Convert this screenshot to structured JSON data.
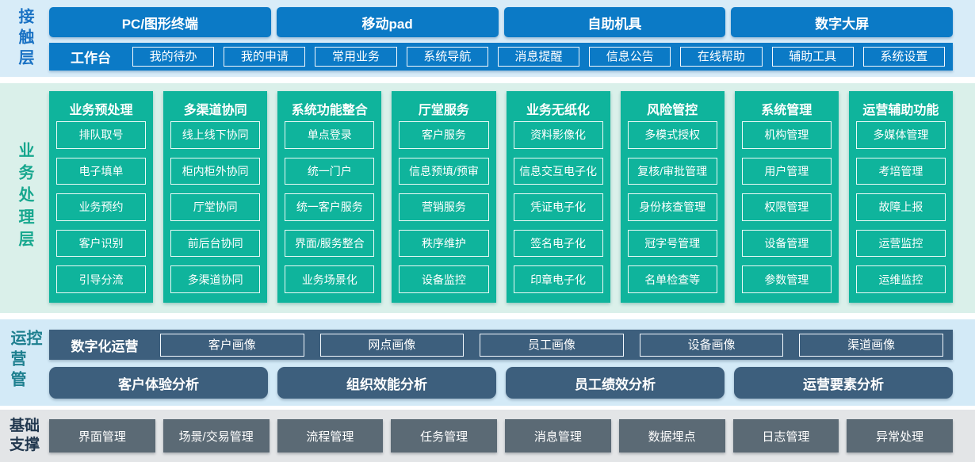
{
  "layers": {
    "contact": {
      "label": "接触层",
      "terminals": [
        "PC/图形终端",
        "移动pad",
        "自助机具",
        "数字大屏"
      ],
      "workbench": {
        "label": "工作台",
        "items": [
          "我的待办",
          "我的申请",
          "常用业务",
          "系统导航",
          "消息提醒",
          "信息公告",
          "在线帮助",
          "辅助工具",
          "系统设置"
        ]
      }
    },
    "business": {
      "label": "业务处理层",
      "columns": [
        {
          "title": "业务预处理",
          "items": [
            "排队取号",
            "电子填单",
            "业务预约",
            "客户识别",
            "引导分流"
          ]
        },
        {
          "title": "多渠道协同",
          "items": [
            "线上线下协同",
            "柜内柜外协同",
            "厅堂协同",
            "前后台协同",
            "多渠道协同"
          ]
        },
        {
          "title": "系统功能整合",
          "items": [
            "单点登录",
            "统一门户",
            "统一客户服务",
            "界面/服务整合",
            "业务场景化"
          ]
        },
        {
          "title": "厅堂服务",
          "items": [
            "客户服务",
            "信息预填/预审",
            "营销服务",
            "秩序维护",
            "设备监控"
          ]
        },
        {
          "title": "业务无纸化",
          "items": [
            "资料影像化",
            "信息交互电子化",
            "凭证电子化",
            "签名电子化",
            "印章电子化"
          ]
        },
        {
          "title": "风险管控",
          "items": [
            "多模式授权",
            "复核/审批管理",
            "身份核查管理",
            "冠字号管理",
            "名单检查等"
          ]
        },
        {
          "title": "系统管理",
          "items": [
            "机构管理",
            "用户管理",
            "权限管理",
            "设备管理",
            "参数管理"
          ]
        },
        {
          "title": "运营辅助功能",
          "items": [
            "多媒体管理",
            "考培管理",
            "故障上报",
            "运营监控",
            "运维监控"
          ]
        }
      ]
    },
    "operations": {
      "label": "运营管控",
      "digital": {
        "label": "数字化运营",
        "items": [
          "客户画像",
          "网点画像",
          "员工画像",
          "设备画像",
          "渠道画像"
        ]
      },
      "analysis": [
        "客户体验分析",
        "组织效能分析",
        "员工绩效分析",
        "运营要素分析"
      ]
    },
    "base": {
      "label": "基础支撑",
      "items": [
        "界面管理",
        "场景/交易管理",
        "流程管理",
        "任务管理",
        "消息管理",
        "数据埋点",
        "日志管理",
        "异常处理"
      ]
    }
  },
  "colors": {
    "primary_blue": "#0b7ac6",
    "teal": "#0fb49c",
    "dark_slate": "#3d5f7d",
    "gray_slate": "#5b6a75",
    "contact_band_bg": "#d8ecf8",
    "business_band_bg": "#daf0ea",
    "ops_band_bg": "#d3eaf7",
    "base_band_bg": "#e3e5e7",
    "label_blue": "#1a72c4",
    "label_teal": "#16a78e",
    "label_cyan": "#1d7f8f",
    "label_navy": "#21374e"
  }
}
